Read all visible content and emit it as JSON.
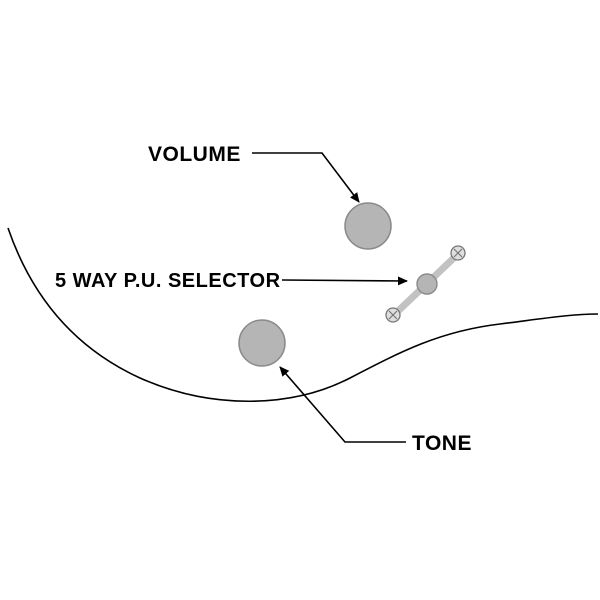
{
  "diagram": {
    "labels": {
      "volume": "VOLUME",
      "selector": "5 WAY P.U. SELECTOR",
      "tone": "TONE"
    },
    "colors": {
      "background": "#ffffff",
      "line": "#000000",
      "knob_fill": "#b5b5b5",
      "knob_stroke": "#8a8a8a",
      "lever_stroke": "#c2c2c2",
      "screw_fill": "#dedede",
      "screw_stroke": "#777777"
    }
  }
}
